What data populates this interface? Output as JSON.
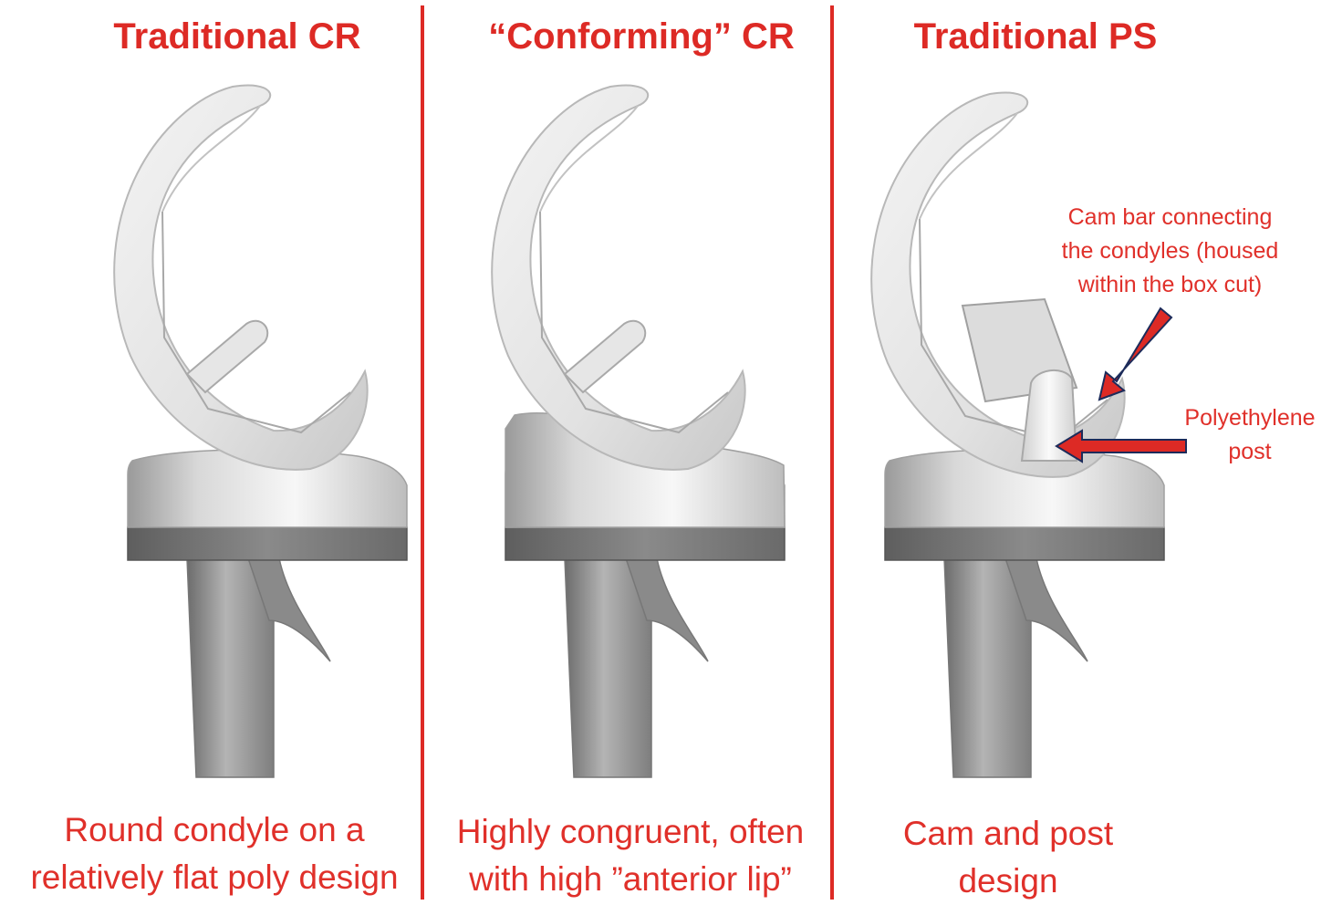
{
  "panels": [
    {
      "title": "Traditional CR",
      "caption": [
        "Round condyle on a",
        "relatively flat poly design"
      ]
    },
    {
      "title": "“Conforming” CR",
      "caption": [
        "Highly congruent, often",
        "with high ”anterior lip”"
      ]
    },
    {
      "title": "Traditional PS",
      "caption": [
        "Cam and post",
        "design"
      ],
      "annotations": {
        "cam_bar": [
          "Cam bar connecting",
          "the condyles (housed",
          "within the box cut)"
        ],
        "post": [
          "Polyethylene",
          "post"
        ]
      }
    }
  ],
  "colors": {
    "accent": "#dd2a25",
    "femoral_light": "#ececec",
    "femoral_shade": "#c4c4c4",
    "tray_light": "#f2f2f2",
    "tray_dark": "#6e6e6e",
    "stem": "#8c8c8c"
  },
  "icons": [
    "femoral-component-icon",
    "tibial-tray-icon",
    "tibial-stem-icon",
    "arrow-icon"
  ]
}
